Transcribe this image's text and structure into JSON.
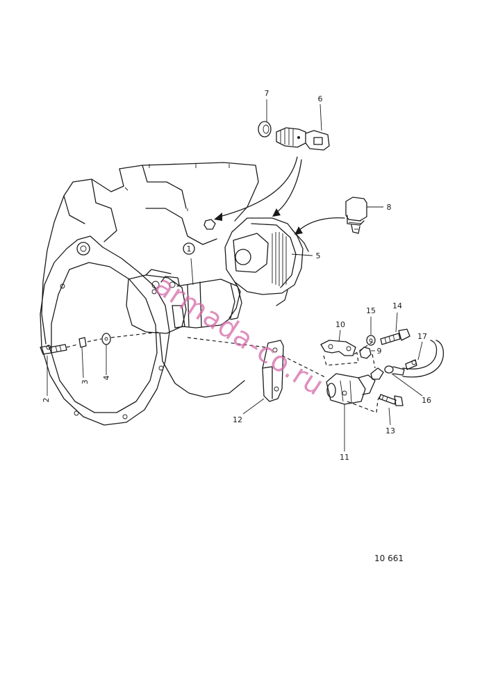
{
  "drawing_id": "10 661",
  "watermark": "armada-co.ru",
  "callouts": {
    "c1": "1",
    "c2": "2",
    "c3": "3",
    "c4": "4",
    "c5": "5",
    "c6": "6",
    "c7": "7",
    "c8": "8",
    "c9": "9",
    "c10": "10",
    "c11": "11",
    "c12": "12",
    "c13": "13",
    "c14": "14",
    "c15": "15",
    "c16": "16",
    "c17": "17"
  }
}
